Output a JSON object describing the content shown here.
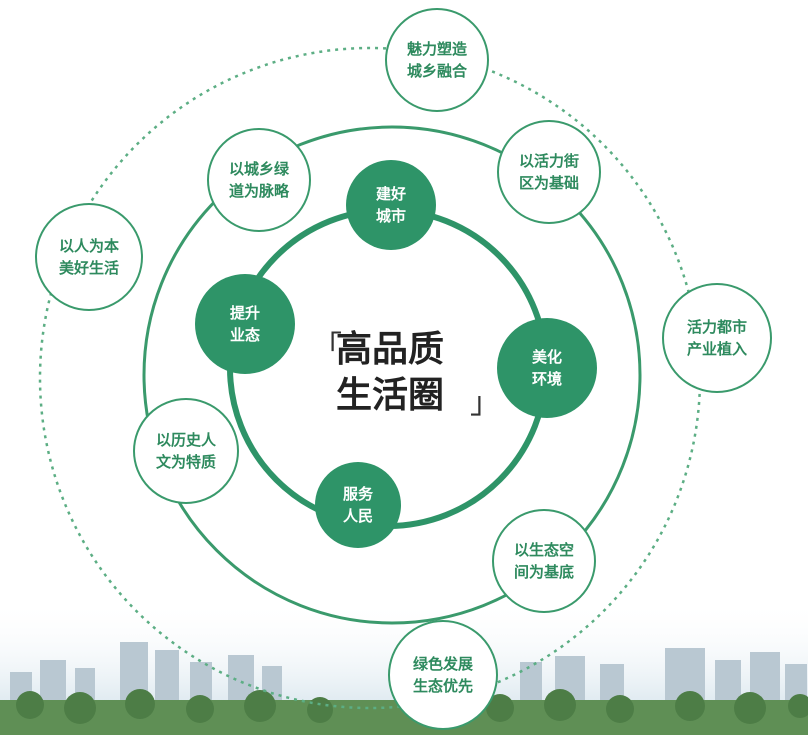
{
  "center": {
    "bracket_open": "「",
    "line1": "高品质",
    "line2": "生活圈",
    "bracket_close": "」"
  },
  "inner_nodes": [
    {
      "line1": "建好",
      "line2": "城市"
    },
    {
      "line1": "提升",
      "line2": "业态"
    },
    {
      "line1": "美化",
      "line2": "环境"
    },
    {
      "line1": "服务",
      "line2": "人民"
    }
  ],
  "outer_nodes": [
    {
      "line1": "魅力塑造",
      "line2": "城乡融合"
    },
    {
      "line1": "以城乡绿",
      "line2": "道为脉略"
    },
    {
      "line1": "以活力街",
      "line2": "区为基础"
    },
    {
      "line1": "以人为本",
      "line2": "美好生活"
    },
    {
      "line1": "活力都市",
      "line2": "产业植入"
    },
    {
      "line1": "以历史人",
      "line2": "文为特质"
    },
    {
      "line1": "以生态空",
      "line2": "间为基底"
    },
    {
      "line1": "绿色发展",
      "line2": "生态优先"
    }
  ],
  "colors": {
    "primary_green": "#2e9468",
    "ring_green": "#3a9a6c",
    "dashed_ring": "#5cae84"
  }
}
